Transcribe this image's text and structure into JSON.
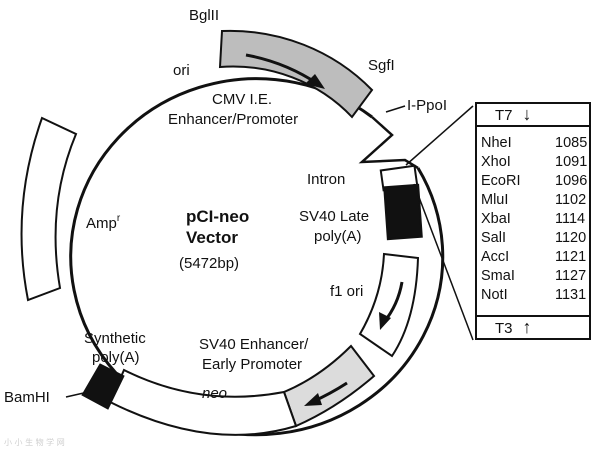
{
  "diagram": {
    "name": "pCI-neo",
    "name_line2": "Vector",
    "size": "(5472bp)",
    "colors": {
      "ink": "#111111",
      "promoter": "#bdbdbd",
      "enhancer": "#dcdcdc",
      "marker": "#111111",
      "fill": "#ffffff"
    },
    "labels": {
      "bglii": "BglII",
      "sgfi": "SgfI",
      "ori": "ori",
      "cmv_line1": "CMV I.E.",
      "cmv_line2": "Enhancer/Promoter",
      "ippoi": "I-PpoI",
      "intron": "Intron",
      "sv40late_line1": "SV40 Late",
      "sv40late_line2": "poly(A)",
      "amp": "Amp",
      "amp_sup": "r",
      "f1ori": "f1 ori",
      "sv40enh_line1": "SV40 Enhancer/",
      "sv40enh_line2": "Early Promoter",
      "synth_line1": "Synthetic",
      "synth_line2": "poly(A)",
      "neo": "neo",
      "bamhi": "BamHI"
    },
    "mcs": {
      "top_primer": "T7",
      "top_arrow": "↓",
      "bottom_primer": "T3",
      "bottom_arrow": "↑",
      "sites": [
        {
          "enzyme": "NheI",
          "position": "1085"
        },
        {
          "enzyme": "XhoI",
          "position": "1091"
        },
        {
          "enzyme": "EcoRI",
          "position": "1096"
        },
        {
          "enzyme": "MluI",
          "position": "1102"
        },
        {
          "enzyme": "XbaI",
          "position": "1114"
        },
        {
          "enzyme": "SalI",
          "position": "1120"
        },
        {
          "enzyme": "AccI",
          "position": "1121"
        },
        {
          "enzyme": "SmaI",
          "position": "1127"
        },
        {
          "enzyme": "NotI",
          "position": "1131"
        }
      ]
    },
    "watermark": "小 小 生 物 学 网"
  }
}
